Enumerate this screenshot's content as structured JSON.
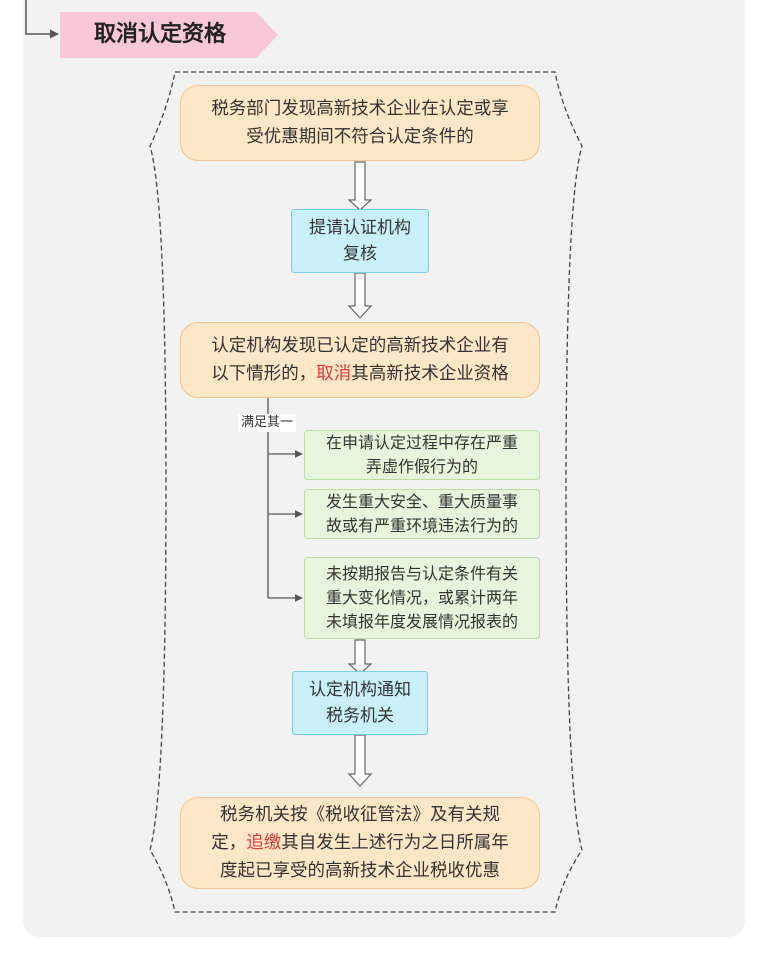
{
  "header": {
    "title": "取消认定资格"
  },
  "flow": {
    "step1": {
      "line1": "税务部门发现高新技术企业在认定或享",
      "line2": "受优惠期间不符合认定条件的"
    },
    "step2": {
      "line1": "提请认证机构",
      "line2": "复核"
    },
    "step3": {
      "line1": "认定机构发现已认定的高新技术企业有",
      "line2_pre": "以下情形的，",
      "line2_red": "取消",
      "line2_post": "其高新技术企业资格"
    },
    "branch_label": "满足其一",
    "cond1": {
      "line1": "在申请认定过程中存在严重",
      "line2": "弄虚作假行为的"
    },
    "cond2": {
      "line1": "发生重大安全、重大质量事",
      "line2": "故或有严重环境违法行为的"
    },
    "cond3": {
      "line1": "未按期报告与认定条件有关",
      "line2": "重大变化情况，或累计两年",
      "line3": "未填报年度发展情况报表的"
    },
    "step4": {
      "line1": "认定机构通知",
      "line2": "税务机关"
    },
    "step5": {
      "line1": "税务机关按《税收征管法》及有关规",
      "line2_pre": "定，",
      "line2_red": "追缴",
      "line2_post": "其自发生上述行为之日所属年",
      "line3": "度起已享受的高新技术企业税收优惠"
    }
  },
  "colors": {
    "title_tag": "#f8c8d8",
    "orange_box": "#fde7c6",
    "cyan_box": "#c9f0f8",
    "green_box": "#e6f5dc",
    "highlight_red": "#e33a3a"
  }
}
